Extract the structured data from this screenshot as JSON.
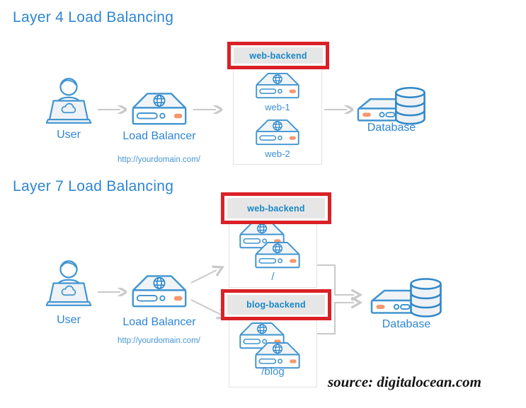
{
  "layer4": {
    "title": "Layer 4 Load Balancing",
    "user_label": "User",
    "load_balancer_label": "Load Balancer",
    "load_balancer_url": "http://yourdomain.com/",
    "backend": {
      "name": "web-backend",
      "servers": [
        "web-1",
        "web-2"
      ]
    },
    "database_label": "Database"
  },
  "layer7": {
    "title": "Layer 7 Load Balancing",
    "user_label": "User",
    "load_balancer_label": "Load Balancer",
    "load_balancer_url": "http://yourdomain.com/",
    "backends": [
      {
        "name": "web-backend",
        "path": "/"
      },
      {
        "name": "blog-backend",
        "path": "/blog"
      }
    ],
    "database_label": "Database"
  },
  "credit": "source: digitalocean.com",
  "colors": {
    "title_blue": "#2e86d3",
    "label_blue": "#3b8fd6",
    "backend_text_blue": "#1787c8",
    "icon_stroke_blue": "#4295cf",
    "orange_accent": "#f6986e",
    "highlight_red": "#da2127",
    "header_gray": "#e6e6e6",
    "box_border_gray": "#e2e2e2",
    "arrow_gray": "#c9c9c9"
  },
  "icons": {
    "user": "person-at-laptop",
    "load_balancer": "server-with-globe",
    "backend_server": "server-with-globe",
    "database": "server-with-database-cylinder",
    "arrow": "gray-arrow"
  }
}
